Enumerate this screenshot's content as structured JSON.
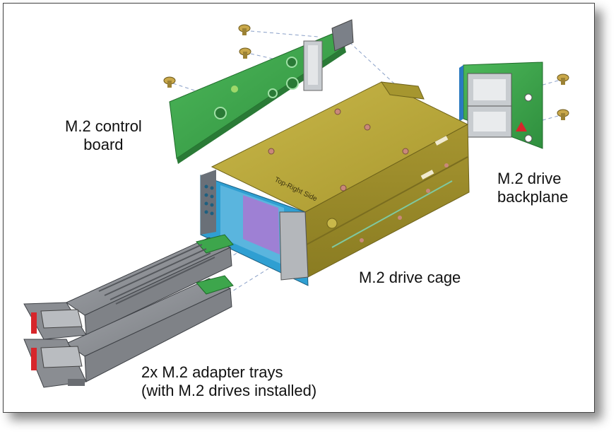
{
  "labels": {
    "control_board": [
      "M.2 control",
      "board"
    ],
    "drive_backplane": [
      "M.2 drive",
      "backplane"
    ],
    "drive_cage": "M.2 drive cage",
    "adapter_trays": [
      "2x M.2 adapter trays",
      "(with M.2 drives installed)"
    ],
    "cage_stamp": "Top-Right Side"
  },
  "colors": {
    "cage_top": "#b5a436",
    "cage_side": "#9d8f2b",
    "cage_front": "#2f9fd2",
    "pcb_green": "#3da64c",
    "tray_gray": "#8e9196",
    "screw_gold": "#b99a3a",
    "latch_red": "#d7262b",
    "connector_silver": "#c8ccd0"
  }
}
